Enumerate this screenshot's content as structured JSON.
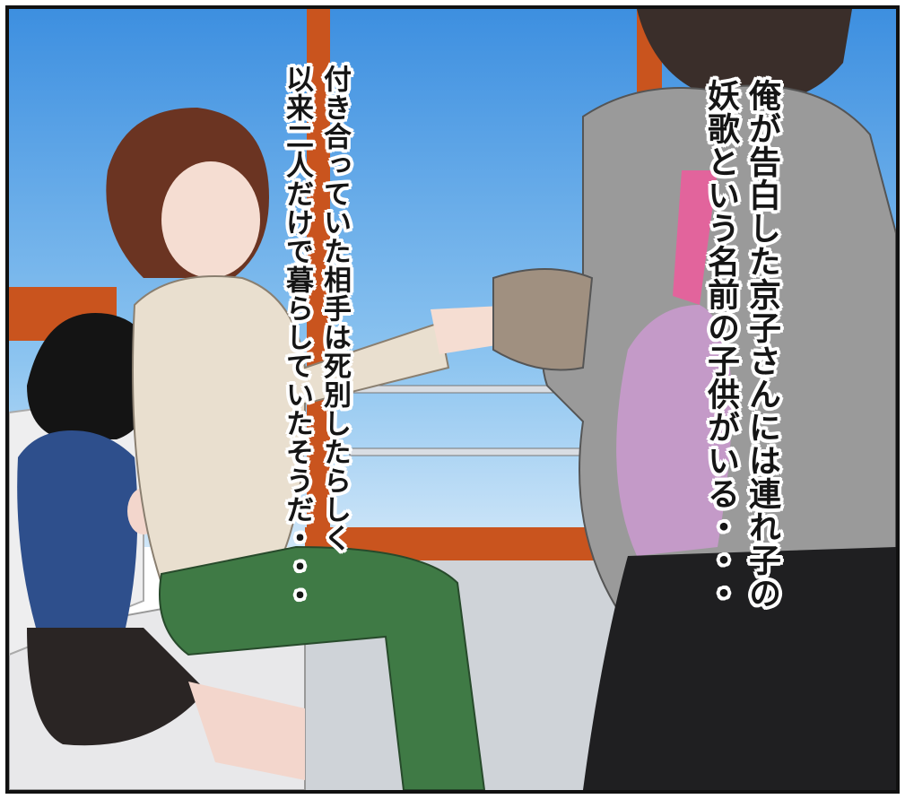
{
  "panel": {
    "caption_right": {
      "lines": [
        "俺が告白した京子さんには連れ子の",
        "妖歌という名前の子供がいる・・・"
      ]
    },
    "caption_left": {
      "lines": [
        "付き合っていた相手は死別したらしく",
        "以来二人だけで暮らしていたそうだ・・・"
      ]
    }
  },
  "colors": {
    "sky": "#5ea8e8",
    "window_frame": "#c9541e",
    "seat": "#e8e8ea",
    "woman_sweater": "#e9dfcf",
    "woman_pants": "#3f7a45",
    "woman_hair": "#6b3422",
    "girl_hair": "#141414",
    "girl_top": "#2e4f8c",
    "man_jacket": "#9a9a9a",
    "man_shirt": "#c49ac8",
    "man_tie": "#e2649c",
    "man_pants": "#1f1f21"
  }
}
